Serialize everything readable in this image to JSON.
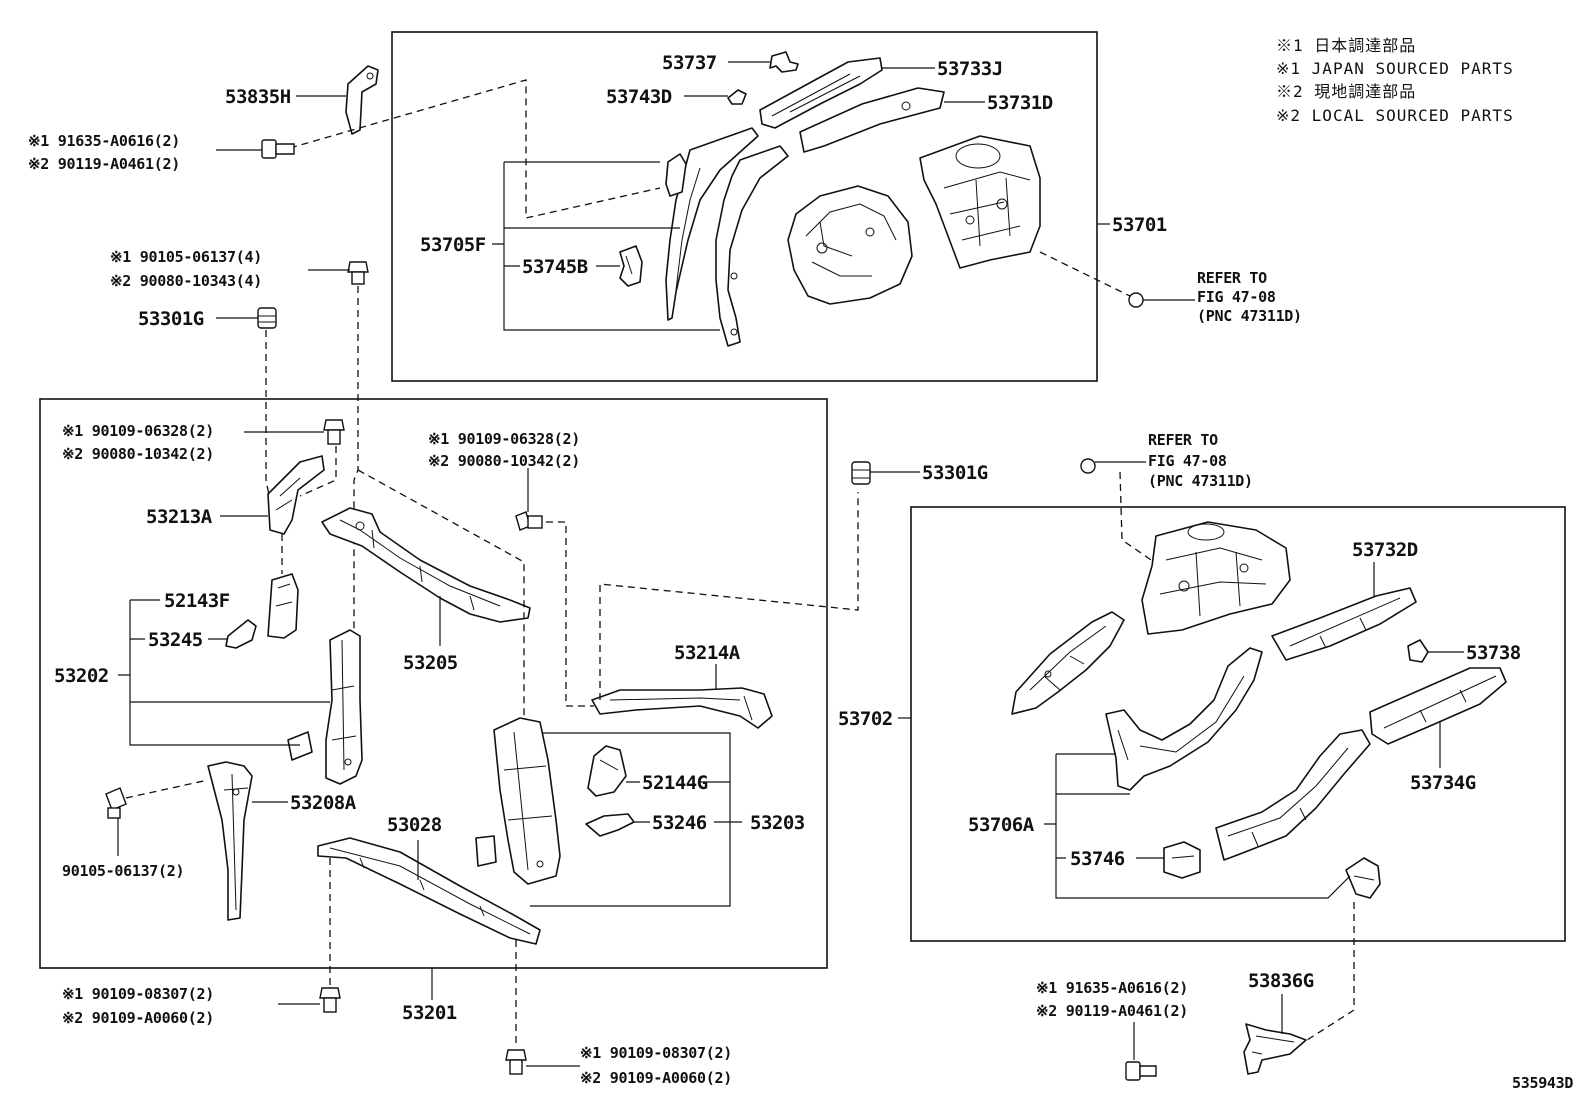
{
  "legend": [
    "※1 日本調達部品",
    "※1 JAPAN SOURCED PARTS",
    "※2 現地調達部品",
    "※2 LOCAL SOURCED PARTS"
  ],
  "parts": {
    "p53737": "53737",
    "p53733J": "53733J",
    "p53743D": "53743D",
    "p53731D": "53731D",
    "p53835H": "53835H",
    "p53705F": "53705F",
    "p53745B": "53745B",
    "p53701": "53701",
    "p53301G_a": "53301G",
    "p53301G_b": "53301G",
    "p53213A": "53213A",
    "p52143F": "52143F",
    "p53245": "53245",
    "p53202": "53202",
    "p53205": "53205",
    "p53214A": "53214A",
    "p52144G": "52144G",
    "p53246": "53246",
    "p53203": "53203",
    "p53208A": "53208A",
    "p53028": "53028",
    "p53201": "53201",
    "p53732D": "53732D",
    "p53738": "53738",
    "p53702": "53702",
    "p53734G": "53734G",
    "p53706A": "53706A",
    "p53746": "53746",
    "p53836G": "53836G"
  },
  "fasteners": {
    "f1a": "※1 91635-A0616(2)",
    "f1b": "※2 90119-A0461(2)",
    "f2a": "※1 90105-06137(4)",
    "f2b": "※2 90080-10343(4)",
    "f3a": "※1 90109-06328(2)",
    "f3b": "※2 90080-10342(2)",
    "f4a": "※1 90109-06328(2)",
    "f4b": "※2 90080-10342(2)",
    "f5": "90105-06137(2)",
    "f6a": "※1 90109-08307(2)",
    "f6b": "※2 90109-A0060(2)",
    "f7a": "※1 90109-08307(2)",
    "f7b": "※2 90109-A0060(2)",
    "f8a": "※1 91635-A0616(2)",
    "f8b": "※2 90119-A0461(2)"
  },
  "refs": {
    "r1": [
      "REFER TO",
      "FIG 47-08",
      "(PNC 47311D)"
    ],
    "r2": [
      "REFER TO",
      "FIG 47-08",
      "(PNC 47311D)"
    ]
  },
  "illustration_id": "535943D"
}
